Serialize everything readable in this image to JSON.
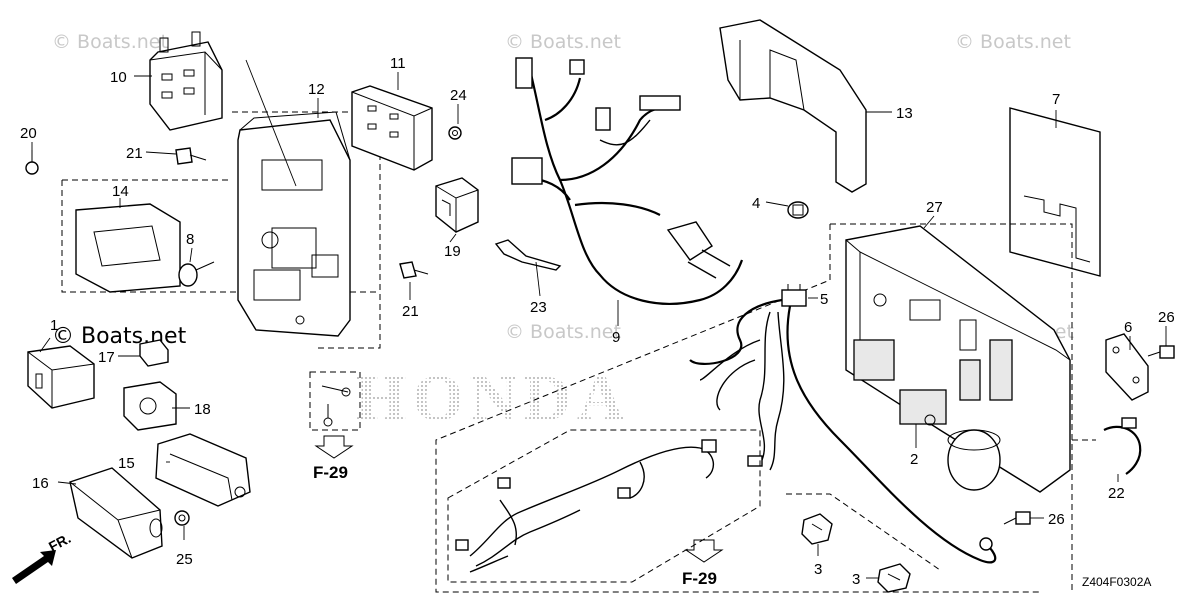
{
  "watermarks": [
    "© Boats.net",
    "© Boats.net",
    "© Boats.net",
    "© Boats.net",
    "© Boats.net",
    "© Boats.net"
  ],
  "brand_watermark": "HONDA",
  "diagram_code": "Z404F0302A",
  "front_marker": "FR.",
  "references": [
    "F-29",
    "F-29"
  ],
  "callouts": [
    "1",
    "2",
    "3",
    "3",
    "4",
    "5",
    "6",
    "7",
    "8",
    "9",
    "10",
    "11",
    "12",
    "13",
    "14",
    "15",
    "16",
    "17",
    "18",
    "19",
    "20",
    "21",
    "21",
    "22",
    "23",
    "24",
    "25",
    "26",
    "26",
    "27"
  ],
  "colors": {
    "line": "#000000",
    "watermark": "#c8c8c8",
    "fill": "#ffffff"
  }
}
